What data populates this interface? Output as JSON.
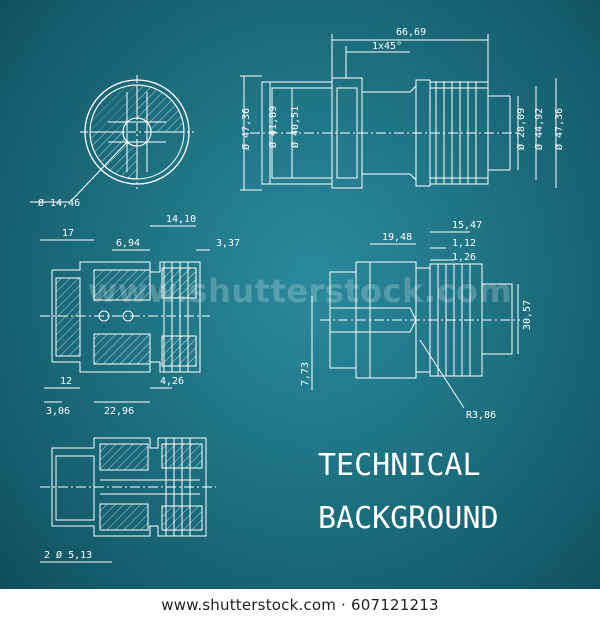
{
  "heading": {
    "line1": "TECHNICAL",
    "line2": "BACKGROUND"
  },
  "dims": {
    "top_view": {
      "hole_dia": "Ø 14,46"
    },
    "side_view": {
      "overall_length": "66,69",
      "chamfer": "1x45°",
      "d1": "Ø 47,36",
      "d2": "Ø 41,89",
      "d3": "Ø 40,51",
      "d4": "Ø 28,09",
      "d5": "Ø 44,92",
      "d6": "Ø 47,36"
    },
    "section_view": {
      "a": "17",
      "b": "6,94",
      "c": "14,10",
      "d": "3,37",
      "e": "12",
      "f": "3,06",
      "g": "22,96",
      "h": "4,26"
    },
    "detail_view": {
      "a": "19,48",
      "b": "15,47",
      "c": "1,12",
      "d": "1,26",
      "e": "30,57",
      "f": "7,73",
      "g": "R3,86"
    },
    "bottom_view": {
      "a": "2 Ø 5,13"
    }
  },
  "watermark": "www.shutterstock.com",
  "footer": {
    "image_id": "www.shutterstock.com · 607121213"
  },
  "colors": {
    "background": "#1f7383",
    "line": "#ffffff",
    "footer_bg": "#ffffff"
  }
}
